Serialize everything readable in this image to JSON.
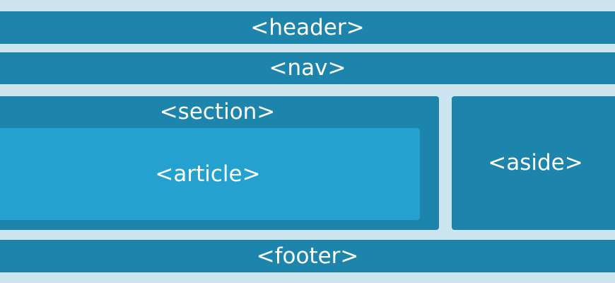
{
  "labels": {
    "header": "<header>",
    "nav": "<nav>",
    "section": "<section>",
    "article": "<article>",
    "aside": "<aside>",
    "footer": "<footer>"
  },
  "colors": {
    "background": "#cde5ee",
    "block": "#1d84ab",
    "article": "#25a1cf",
    "text": "#ffffff"
  }
}
